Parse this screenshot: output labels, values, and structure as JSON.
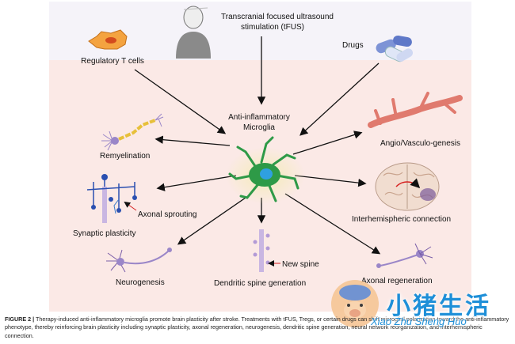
{
  "diagram": {
    "top_label_line1": "Transcranial focused ultrasound",
    "top_label_line2": "stimulation (tFUS)",
    "treg_label": "Regulatory T cells",
    "drugs_label": "Drugs",
    "center_label_line1": "Anti-inflammatory",
    "center_label_line2": "Microglia",
    "remyelination": "Remyelination",
    "axonal_sprouting": "Axonal sprouting",
    "synaptic_plasticity": "Synaptic plasticity",
    "neurogenesis": "Neurogenesis",
    "new_spine": "New spine",
    "dendritic_spine": "Dendritic spine generation",
    "angio": "Angio/Vasculo-genesis",
    "interhemispheric": "Interhemispheric connection",
    "axonal_regeneration": "Axonal regeneration",
    "colors": {
      "top_panel": "#f5f3f9",
      "bottom_panel": "#fbe9e6",
      "microglia": "#2e9a47",
      "nucleus": "#2fa0e0",
      "vessel": "#e07a6e",
      "neuron": "#9a86c8"
    }
  },
  "caption": {
    "label": "FIGURE 2 |",
    "text": "Therapy-induced anti-inflammatory microglia promote brain plasticity after stroke. Treatments with tFUS, Tregs, or certain drugs can shift microglial polarization toward the anti-inflammatory phenotype, thereby reinforcing brain plasticity including synaptic plasticity, axonal regeneration, neurogenesis, dendritic spine generation, neural network reorganization, and interhemispheric connection."
  },
  "watermark": {
    "title": "小猪生活",
    "subtitle": "Xiao Zhu Sheng Huo"
  }
}
